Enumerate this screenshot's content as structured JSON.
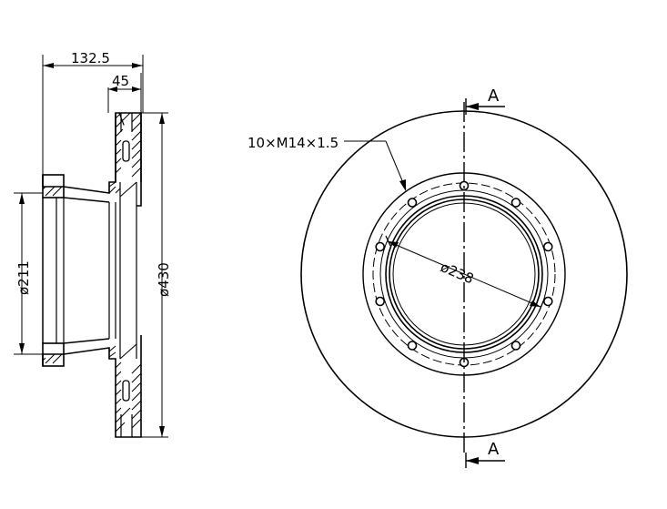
{
  "drawing": {
    "side_view": {
      "dim_overall_width": "132.5",
      "dim_disc_width": "45",
      "dim_bore_diameter": "ø211",
      "dim_outer_diameter": "ø430"
    },
    "front_view": {
      "thread_callout": "10×M14×1.5",
      "pcd_diameter": "ø238",
      "section_label_top": "A",
      "section_label_bottom": "A",
      "bolt_hole_count": 10
    }
  }
}
